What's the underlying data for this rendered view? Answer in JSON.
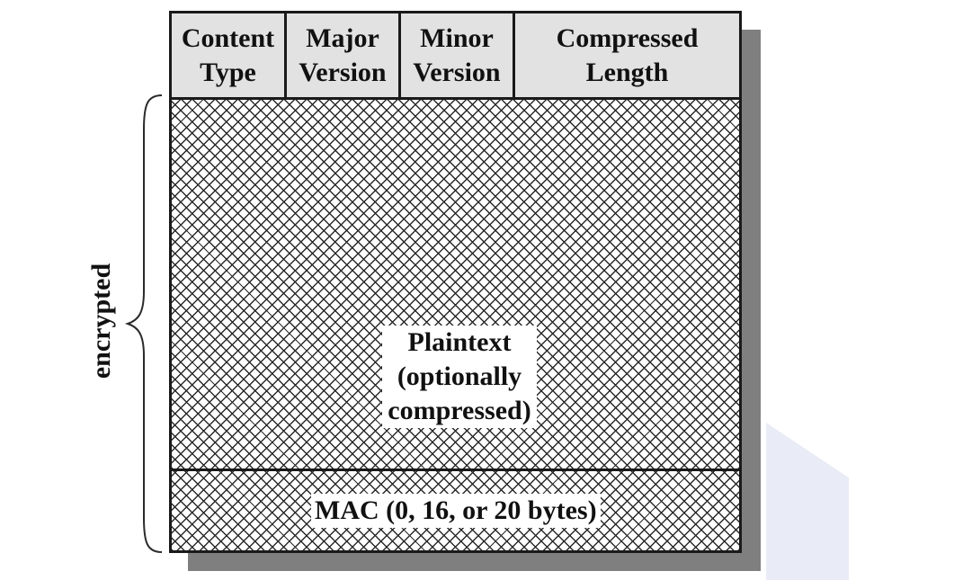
{
  "header": {
    "content_type": "Content Type",
    "major_version": "Major Version",
    "minor_version": "Minor Version",
    "compressed_length": "Compressed Length"
  },
  "plaintext": {
    "line1": "Plaintext",
    "line2": "(optionally",
    "line3": "compressed)"
  },
  "mac": {
    "label": "MAC (0, 16, or 20 bytes)"
  },
  "brace": {
    "label": "encrypted"
  }
}
